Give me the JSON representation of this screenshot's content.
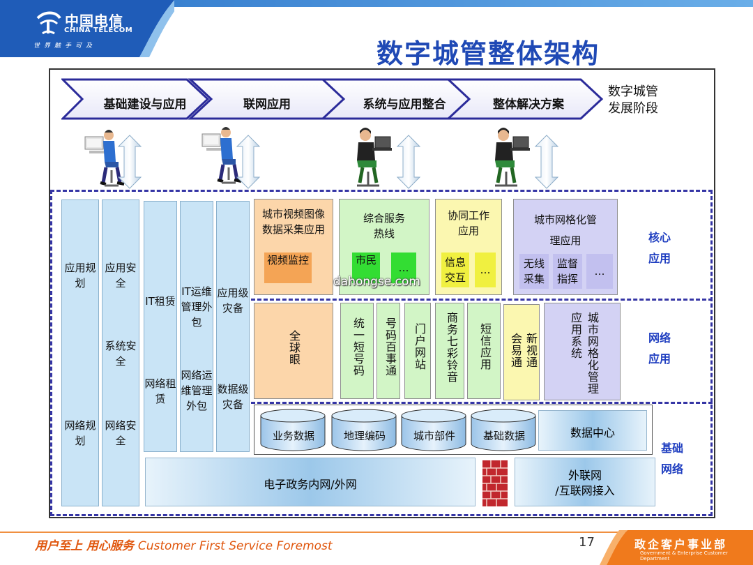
{
  "header": {
    "logo_cn": "中国电信",
    "logo_en": "CHINA TELECOM",
    "logo_slogan": "世界触手可及",
    "title": "数字城管整体架构"
  },
  "stages": {
    "items": [
      "基础建设与应用",
      "联网应用",
      "系统与应用整合",
      "整体解决方案"
    ],
    "note_line1": "数字城管",
    "note_line2": "发展阶段"
  },
  "columns": {
    "c1_top": "应用规划",
    "c1_bottom": "网络规划",
    "c2_top": "应用安全",
    "c2_mid": "系统安全",
    "c2_bottom": "网络安全",
    "c3_top": "IT租赁",
    "c3_bottom": "网络租赁",
    "c4_top": "IT运维管理外包",
    "c4_bottom": "网络运维管理外包",
    "c5_top": "应用级灾备",
    "c5_bottom": "数据级灾备"
  },
  "core": {
    "video_title": "城市视频图像数据采集应用",
    "video_inner": "视频监控",
    "hotline_title": "综合服务热线",
    "hotline_inner1": "市民",
    "hotline_inner2": "…",
    "collab_title": "协同工作应用",
    "collab_inner1": "信息交互",
    "collab_inner2": "…",
    "grid_title": "城市网格化管理应用",
    "grid_inner1": "无线采集",
    "grid_inner2": "监督指挥",
    "grid_inner3": "…"
  },
  "network_apps": {
    "global_eye": "全球眼",
    "items": [
      "统一短号码",
      "号码百事通",
      "门户网站",
      "商务七彩铃音",
      "短信应用",
      "会易通",
      "新视通"
    ],
    "grid_system": "城市网格化管理应用系统"
  },
  "data_layer": {
    "cylinders": [
      "业务数据",
      "地理编码",
      "城市部件",
      "基础数据"
    ],
    "data_center": "数据中心"
  },
  "base_network": {
    "intranet": "电子政务内网/外网",
    "extranet_line1": "外联网",
    "extranet_line2": "/互联网接入"
  },
  "layer_labels": {
    "core": "核心应用",
    "network": "网络应用",
    "base": "基础网络"
  },
  "watermark": "dahongse.com",
  "footer": {
    "slogan_cn": "用户至上  用心服务",
    "slogan_en": "Customer First Service Foremost",
    "page": "17",
    "dept_cn": "政企客户事业部",
    "dept_en": "Government & Enterprise Customer Department"
  }
}
